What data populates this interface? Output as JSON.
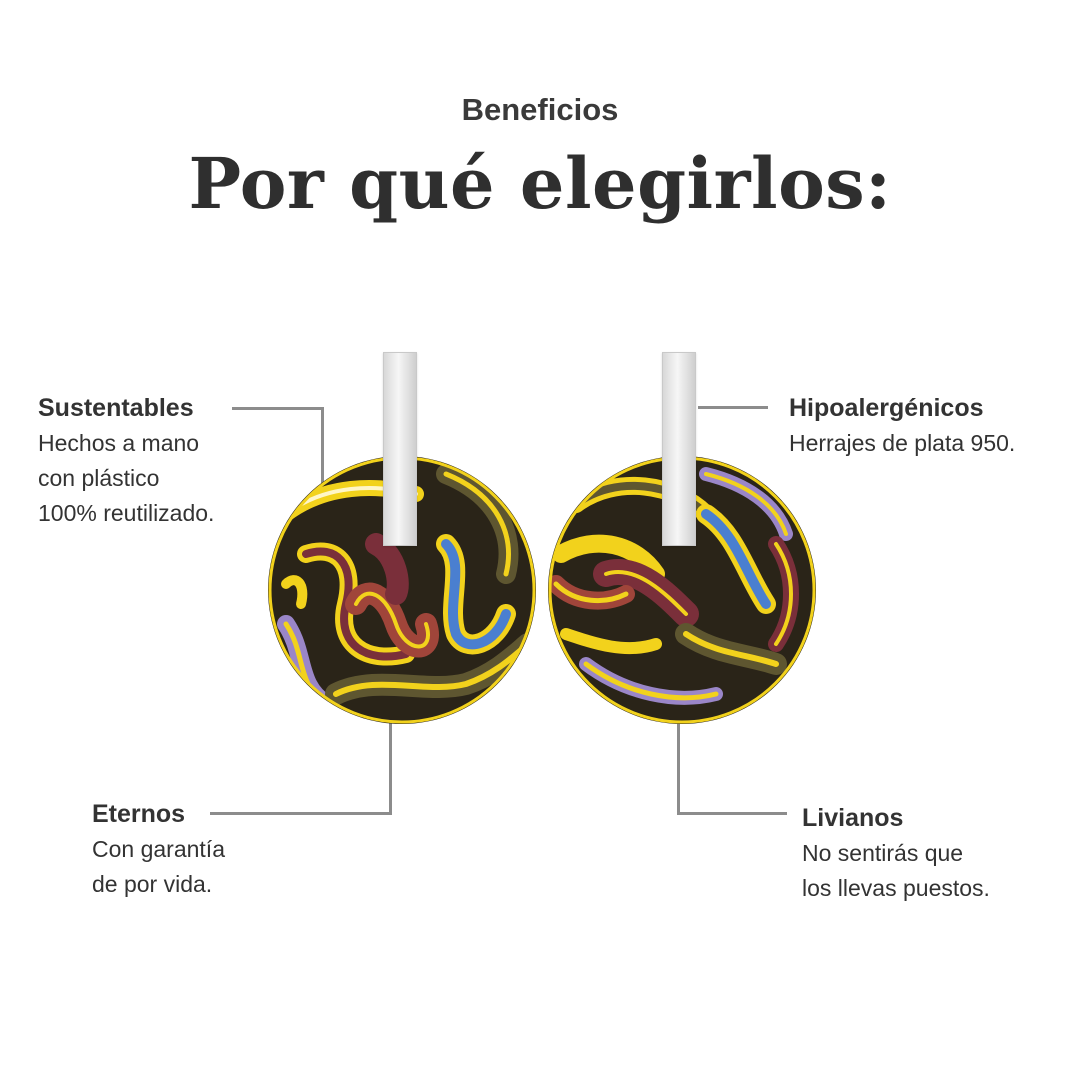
{
  "header": {
    "kicker": "Beneficios",
    "title": "Por qué elegirlos:"
  },
  "features": {
    "sustentables": {
      "title": "Sustentables",
      "desc": "Hechos a mano\ncon plástico\n100% reutilizado."
    },
    "hipoalergenicos": {
      "title": "Hipoalergénicos",
      "desc": "Herrajes de plata 950."
    },
    "eternos": {
      "title": "Eternos",
      "desc": "Con garantía\nde por vida."
    },
    "livianos": {
      "title": "Livianos",
      "desc": "No sentirás que\nlos llevas puestos."
    }
  },
  "colors": {
    "text": "#333333",
    "connector": "#8c8c8c",
    "earring_base": "#2a2418",
    "earring_yellow": "#f2d21c",
    "earring_maroon": "#7a2f3a",
    "earring_blue": "#4a7fd0",
    "earring_purple": "#9a86c8",
    "earring_olive": "#5e5630",
    "post_silver": "#e8e8e8"
  }
}
